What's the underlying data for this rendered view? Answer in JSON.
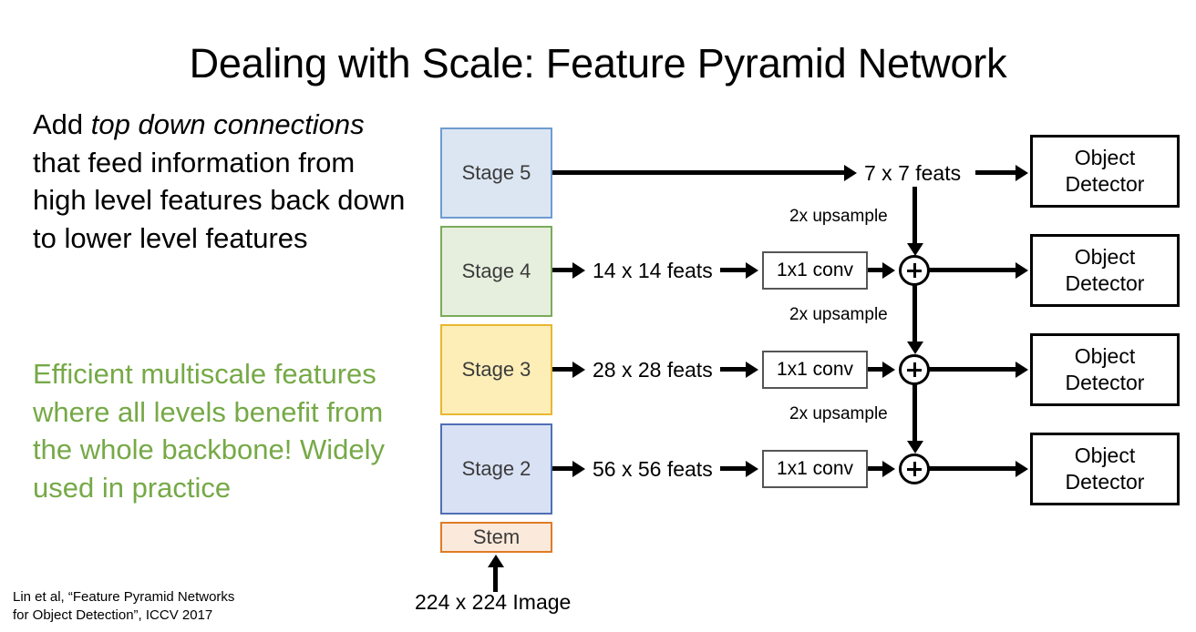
{
  "slide": {
    "title": "Dealing with Scale: Feature Pyramid Network",
    "body_black_prefix": "Add ",
    "body_black_italic": "top down connections",
    "body_black_suffix": " that feed information from high level features back down to lower level features",
    "body_green": "Efficient multiscale features where all levels benefit from the whole backbone! Widely used in practice",
    "citation_line1": "Lin et al, “Feature Pyramid Networks",
    "citation_line2": "for Object Detection”, ICCV 2017",
    "green_color": "#76a947"
  },
  "diagram": {
    "input_label": "224 x 224 Image",
    "backbone": [
      {
        "name": "Stage 5",
        "fill": "#dce6f2",
        "border": "#6e9bd1"
      },
      {
        "name": "Stage 4",
        "fill": "#e6efdd",
        "border": "#7aab5a"
      },
      {
        "name": "Stage 3",
        "fill": "#fdeeb8",
        "border": "#e8b730"
      },
      {
        "name": "Stage 2",
        "fill": "#d9e1f4",
        "border": "#4f6fb5"
      },
      {
        "name": "Stem",
        "fill": "#fbeadb",
        "border": "#e07b26"
      }
    ],
    "levels": [
      {
        "feats": "7 x 7 feats",
        "conv": null,
        "sum": false,
        "upsample": "2x upsample",
        "detector_line1": "Object",
        "detector_line2": "Detector"
      },
      {
        "feats": "14 x 14 feats",
        "conv": "1x1 conv",
        "sum": true,
        "upsample": "2x upsample",
        "detector_line1": "Object",
        "detector_line2": "Detector"
      },
      {
        "feats": "28 x 28 feats",
        "conv": "1x1 conv",
        "sum": true,
        "upsample": "2x upsample",
        "detector_line1": "Object",
        "detector_line2": "Detector"
      },
      {
        "feats": "56 x 56 feats",
        "conv": "1x1 conv",
        "sum": true,
        "upsample": null,
        "detector_line1": "Object",
        "detector_line2": "Detector"
      }
    ],
    "sum_symbol": "+"
  }
}
